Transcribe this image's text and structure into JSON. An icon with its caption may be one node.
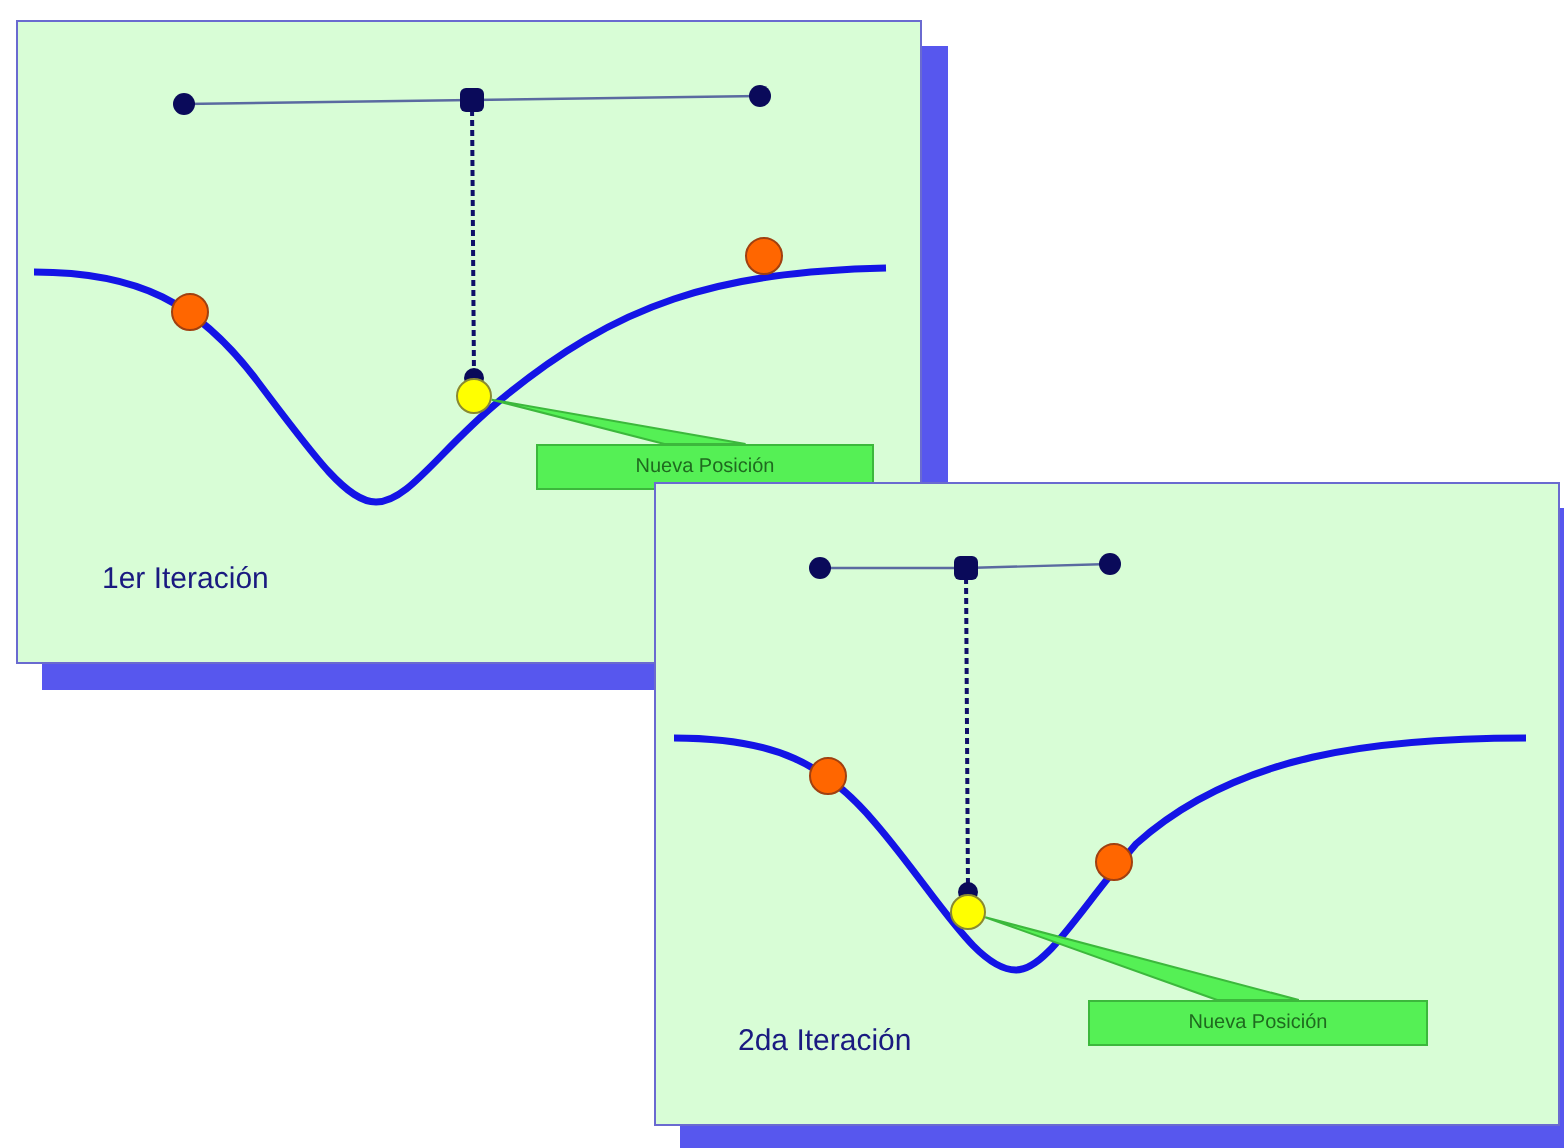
{
  "diagram": {
    "nodes": [
      {
        "text": [
          "1er Iteración"
        ]
      },
      {
        "text": [
          "Nueva Posición"
        ],
        "in": 0
      },
      {
        "text": [],
        "shape": "circle",
        "in": 0
      },
      {
        "text": [
          "2da Iteración"
        ]
      },
      {
        "text": [
          "Nueva Posición"
        ],
        "in": 3
      },
      {
        "text": [],
        "shape": "circle",
        "in": 3
      }
    ],
    "edges": [
      {
        "from": 1,
        "to": 2,
        "arrow": "none"
      },
      {
        "from": 4,
        "to": 5,
        "arrow": "none"
      }
    ]
  }
}
